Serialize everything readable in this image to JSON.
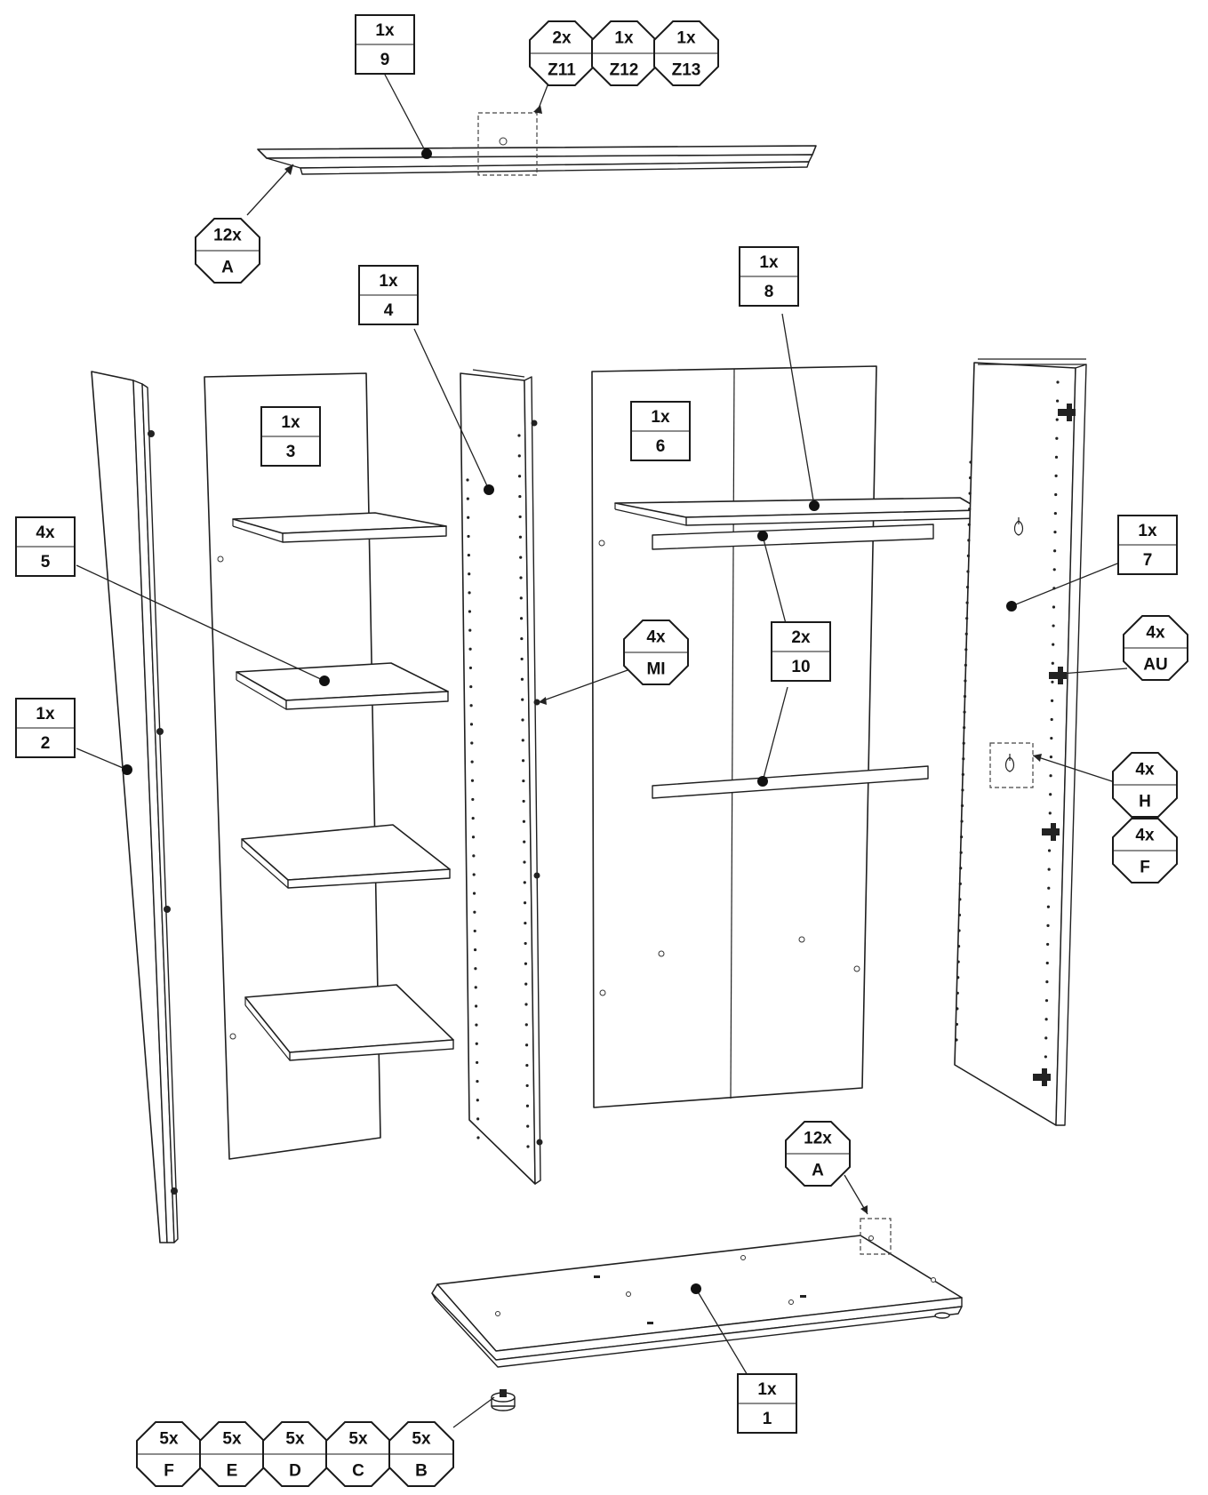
{
  "colors": {
    "line": "#1f1f1f",
    "background": "#ffffff"
  },
  "parts": [
    {
      "id": "part-9",
      "qty": "1x",
      "code": "9"
    },
    {
      "id": "part-4",
      "qty": "1x",
      "code": "4"
    },
    {
      "id": "part-8",
      "qty": "1x",
      "code": "8"
    },
    {
      "id": "part-3",
      "qty": "1x",
      "code": "3"
    },
    {
      "id": "part-6",
      "qty": "1x",
      "code": "6"
    },
    {
      "id": "part-5",
      "qty": "4x",
      "code": "5"
    },
    {
      "id": "part-7",
      "qty": "1x",
      "code": "7"
    },
    {
      "id": "part-10",
      "qty": "2x",
      "code": "10"
    },
    {
      "id": "part-2",
      "qty": "1x",
      "code": "2"
    },
    {
      "id": "part-1",
      "qty": "1x",
      "code": "1"
    }
  ],
  "hardware": [
    {
      "id": "hw-z11",
      "qty": "2x",
      "code": "Z11"
    },
    {
      "id": "hw-z12",
      "qty": "1x",
      "code": "Z12"
    },
    {
      "id": "hw-z13",
      "qty": "1x",
      "code": "Z13"
    },
    {
      "id": "hw-a-top",
      "qty": "12x",
      "code": "A"
    },
    {
      "id": "hw-mi",
      "qty": "4x",
      "code": "MI"
    },
    {
      "id": "hw-au",
      "qty": "4x",
      "code": "AU"
    },
    {
      "id": "hw-h",
      "qty": "4x",
      "code": "H"
    },
    {
      "id": "hw-f-side",
      "qty": "4x",
      "code": "F"
    },
    {
      "id": "hw-a-bottom",
      "qty": "12x",
      "code": "A"
    },
    {
      "id": "hw-f-foot",
      "qty": "5x",
      "code": "F"
    },
    {
      "id": "hw-e",
      "qty": "5x",
      "code": "E"
    },
    {
      "id": "hw-d",
      "qty": "5x",
      "code": "D"
    },
    {
      "id": "hw-c",
      "qty": "5x",
      "code": "C"
    },
    {
      "id": "hw-b",
      "qty": "5x",
      "code": "B"
    }
  ]
}
